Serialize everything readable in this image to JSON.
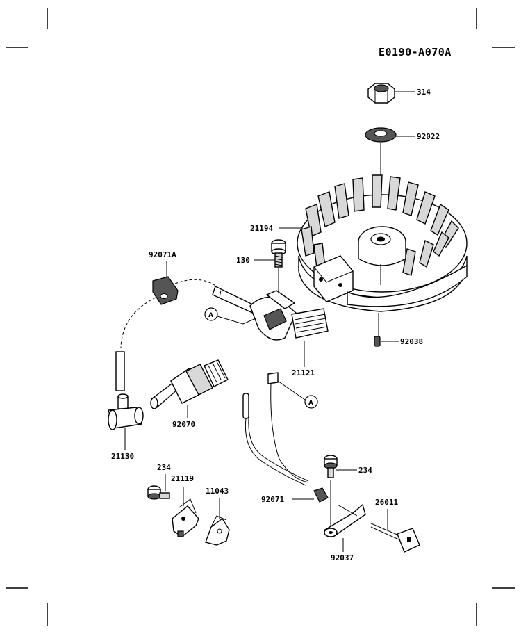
{
  "diagram_code": "E0190-A070A",
  "ref_mark": "A",
  "parts": {
    "p314": "314",
    "p92022": "92022",
    "p21194": "21194",
    "p130": "130",
    "p92071A": "92071A",
    "p21121": "21121",
    "p92038": "92038",
    "p92070": "92070",
    "p21130": "21130",
    "p234a": "234",
    "p21119": "21119",
    "p11043": "11043",
    "p234b": "234",
    "p92071": "92071",
    "p26011": "26011",
    "p92037": "92037"
  }
}
